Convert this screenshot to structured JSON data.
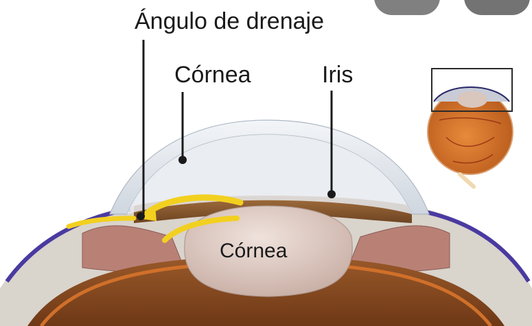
{
  "labels": {
    "drainage_angle": "Ángulo de drenaje",
    "cornea": "Córnea",
    "iris": "Iris",
    "lens": "Córnea"
  },
  "colors": {
    "sclera": "#d9d4cc",
    "cornea": "#e4e8ee",
    "iris": "#8a5a2e",
    "ciliary_body": "#b98176",
    "vessel": "#4a3aa0",
    "fluid_arrow": "#f2d020",
    "lens": "#d8c6bf",
    "globe": "#c86a2a"
  },
  "icons": [
    "drainage-arrow-icon",
    "eye-globe-icon"
  ]
}
